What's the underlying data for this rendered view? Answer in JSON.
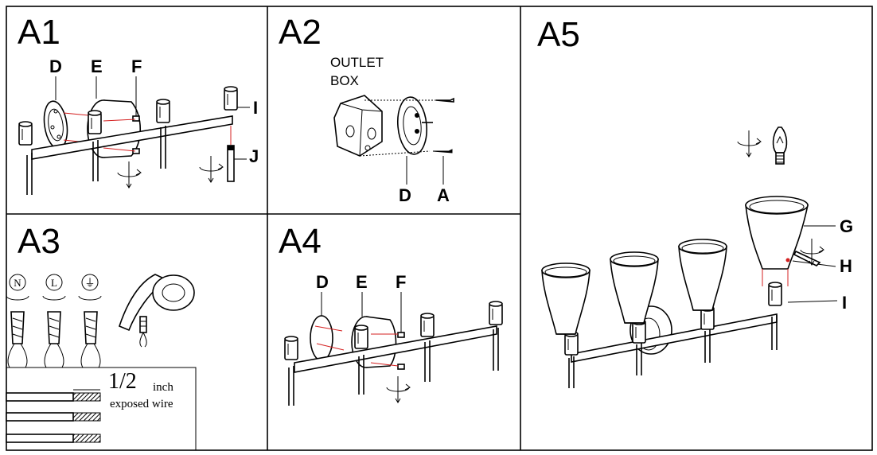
{
  "panels": {
    "a1": {
      "title": "A1",
      "labels": {
        "d": "D",
        "e": "E",
        "f": "F",
        "i": "I",
        "j": "J"
      }
    },
    "a2": {
      "title": "A2",
      "outlet_line1": "OUTLET",
      "outlet_line2": "BOX",
      "labels": {
        "d": "D",
        "a": "A"
      }
    },
    "a3": {
      "title": "A3",
      "symbols": [
        "N",
        "L",
        "⏚"
      ],
      "fraction": "1/2",
      "unit": "inch",
      "caption": "exposed wire"
    },
    "a4": {
      "title": "A4",
      "labels": {
        "d": "D",
        "e": "E",
        "f": "F"
      }
    },
    "a5": {
      "title": "A5",
      "labels": {
        "g": "G",
        "h": "H",
        "i": "I"
      }
    }
  },
  "colors": {
    "line": "#000000",
    "accent": "#d42020",
    "background": "#ffffff"
  }
}
